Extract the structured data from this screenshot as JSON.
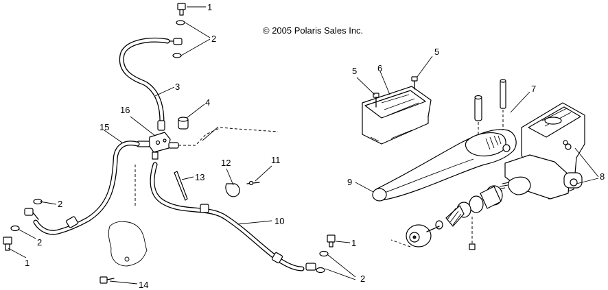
{
  "copyright": "© 2005 Polaris Sales Inc.",
  "callouts": {
    "c1_top": "1",
    "c2_top": "2",
    "c3": "3",
    "c4": "4",
    "c16": "16",
    "c15": "15",
    "c2_left_a": "2",
    "c2_left_b": "2",
    "c1_left": "1",
    "c13": "13",
    "c12": "12",
    "c11": "11",
    "c10": "10",
    "c14": "14",
    "c1_bottom": "1",
    "c2_bottom": "2",
    "c5_left": "5",
    "c6": "6",
    "c5_right": "5",
    "c7": "7",
    "c8": "8",
    "c9": "9"
  }
}
